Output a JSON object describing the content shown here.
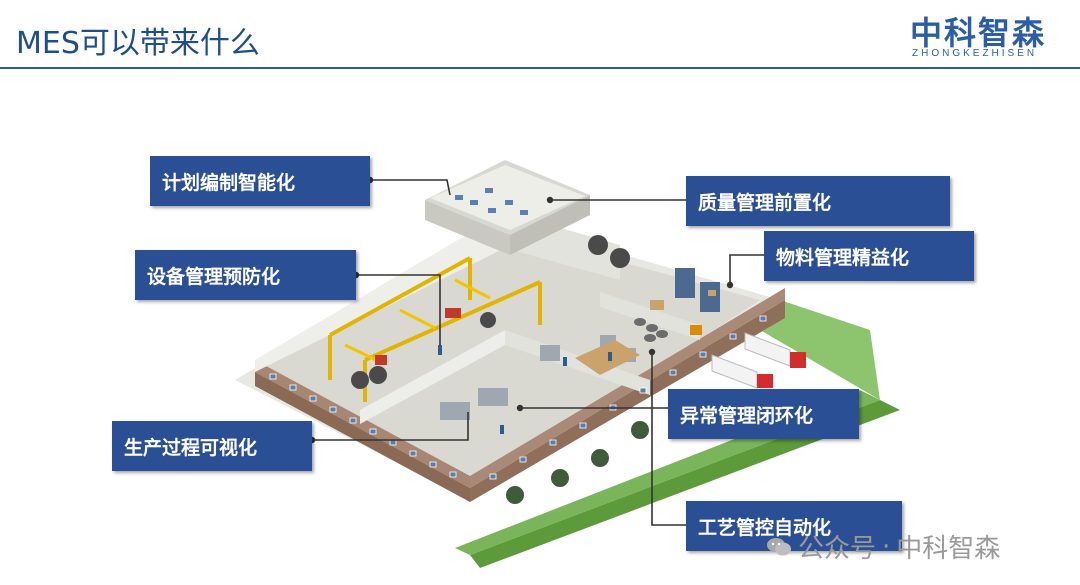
{
  "header": {
    "title": "MES可以带来什么"
  },
  "logo": {
    "name_cn": "中科智森",
    "name_en": "ZHONGKEZHISEN"
  },
  "labels": {
    "plan": "计划编制智能化",
    "equipment": "设备管理预防化",
    "visual": "生产过程可视化",
    "quality": "质量管理前置化",
    "material": "物料管理精益化",
    "exception": "异常管理闭环化",
    "process": "工艺管控自动化"
  },
  "watermark": {
    "source": "公众号",
    "sep": "·",
    "name": "中科智森"
  },
  "colors": {
    "label_bg": "#2b4f94",
    "title": "#1f4e8c",
    "accent": "#2a5aa0"
  }
}
